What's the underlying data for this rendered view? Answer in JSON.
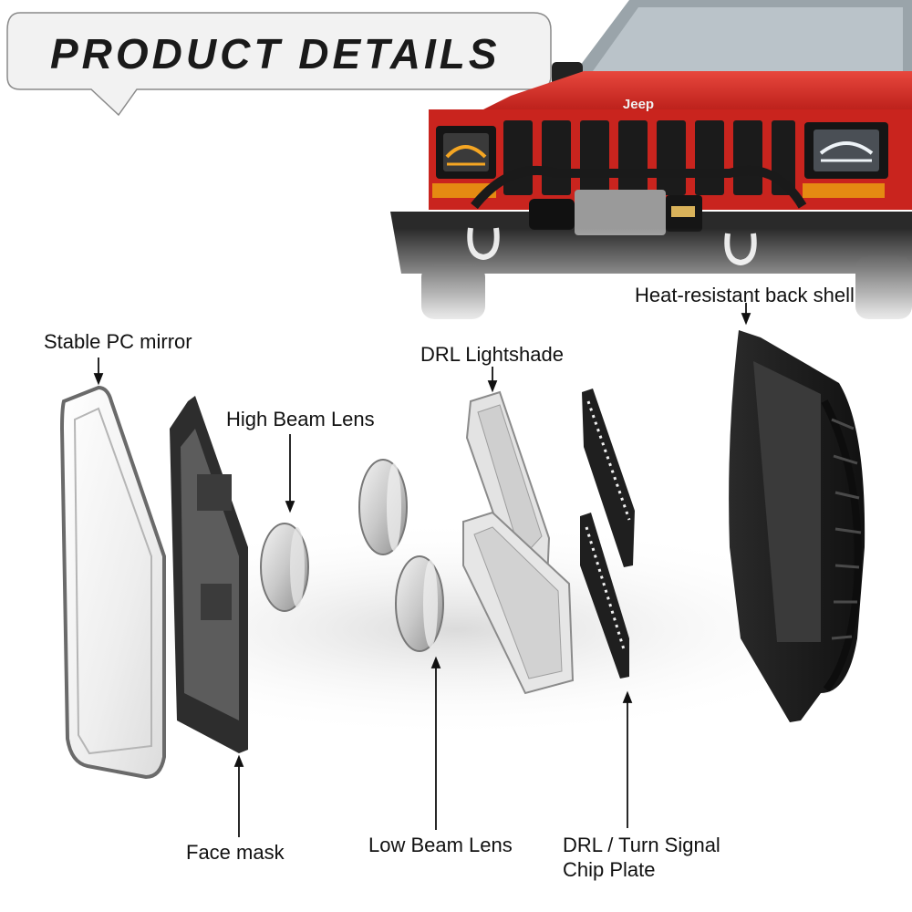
{
  "banner": {
    "title": "PRODUCT DETAILS"
  },
  "vehicle": {
    "badge": "Jeep"
  },
  "parts": {
    "stable_pc_mirror": "Stable PC mirror",
    "face_mask": "Face mask",
    "high_beam_lens": "High Beam Lens",
    "low_beam_lens": "Low Beam Lens",
    "drl_lightshade": "DRL Lightshade",
    "drl_chip_plate_line1": "DRL / Turn Signal",
    "drl_chip_plate_line2": "Chip Plate",
    "back_shell": "Heat-resistant back shell"
  },
  "colors": {
    "vehicle_body": "#d32a24",
    "drl_amber": "#f5a623",
    "shell_black": "#1c1c1c",
    "bubble_fill": "#f2f2f2"
  }
}
